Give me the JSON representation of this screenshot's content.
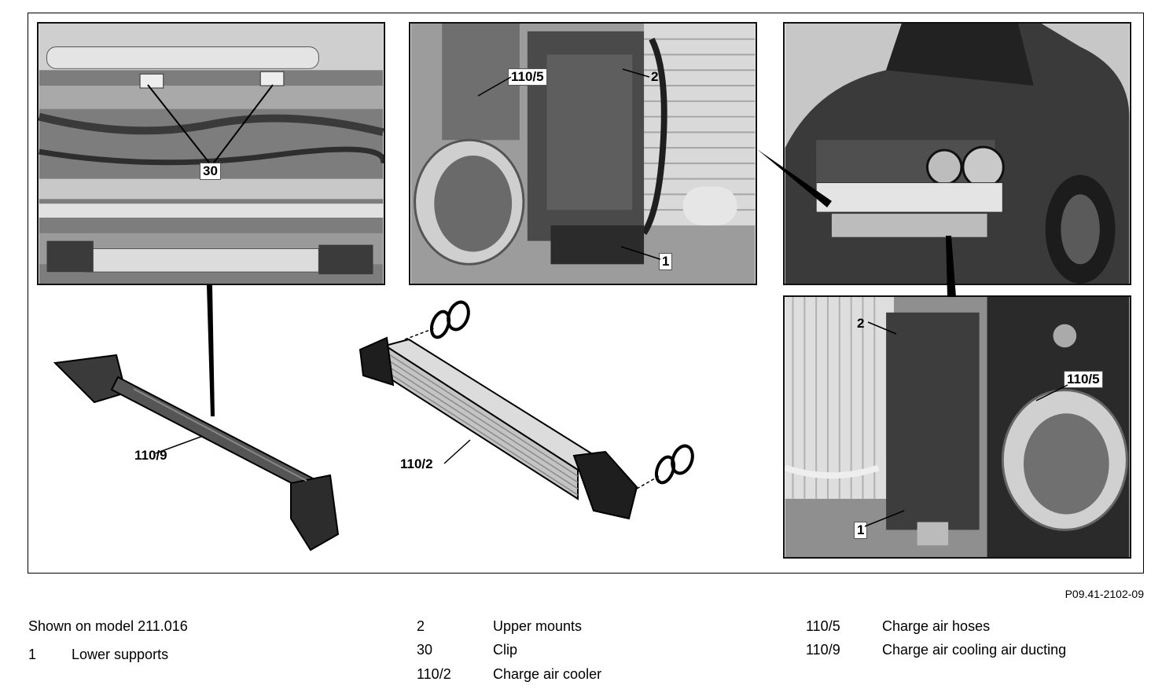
{
  "figure": {
    "reference": "P09.41-2102-09",
    "photos": [
      {
        "id": "photo-front-underbody",
        "callouts": [
          "30"
        ]
      },
      {
        "id": "photo-charge-air-hose-lower",
        "callouts": [
          "110/5",
          "2",
          "1"
        ]
      },
      {
        "id": "photo-vehicle-front",
        "callouts": []
      },
      {
        "id": "photo-charge-air-hose-closeup",
        "callouts": [
          "2",
          "110/5",
          "1"
        ]
      }
    ],
    "parts": [
      {
        "id": "air-ducting",
        "callout": "110/9"
      },
      {
        "id": "charge-air-cooler",
        "callout": "110/2"
      }
    ]
  },
  "legend": {
    "intro": "Shown on model 211.016",
    "items": [
      {
        "num": "1",
        "text": "Lower supports"
      },
      {
        "num": "2",
        "text": "Upper mounts"
      },
      {
        "num": "30",
        "text": "Clip"
      },
      {
        "num": "110/2",
        "text": "Charge air cooler"
      },
      {
        "num": "110/5",
        "text": "Charge air hoses"
      },
      {
        "num": "110/9",
        "text": "Charge air cooling air ducting"
      }
    ]
  },
  "colors": {
    "photo_bg": "#b9b9b9",
    "photo_dark": "#2a2a2a",
    "metal": "#d6d6d6",
    "part_dark": "#1e1e1e"
  }
}
